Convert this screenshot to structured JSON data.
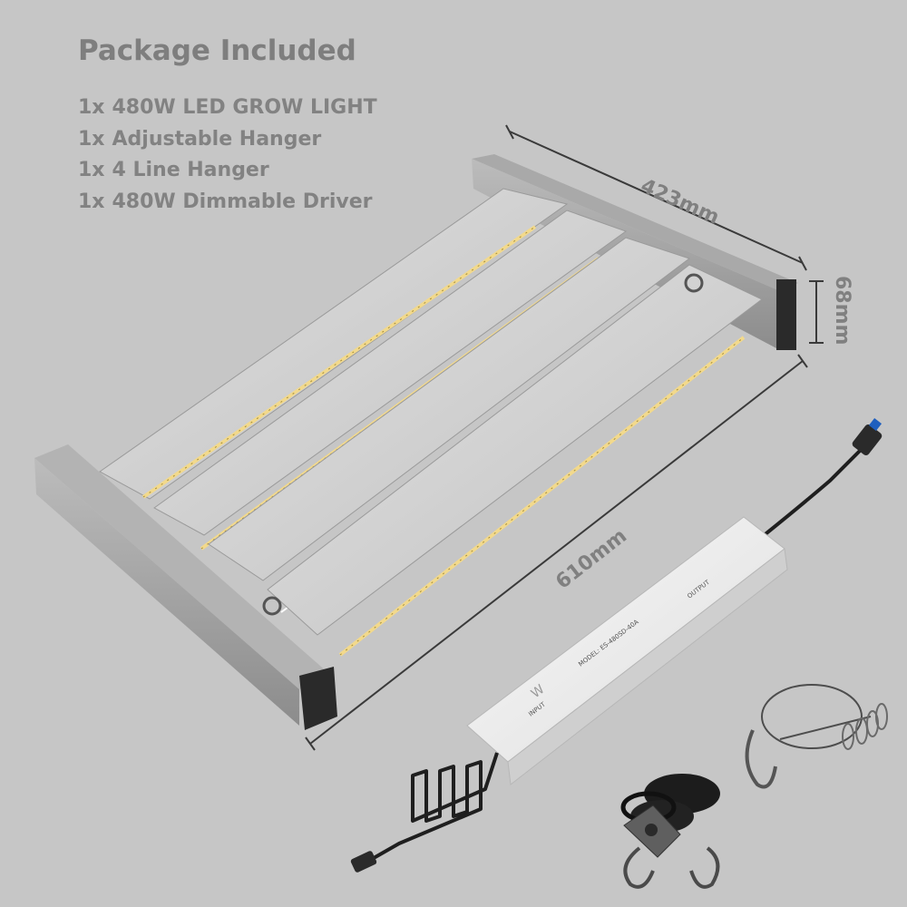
{
  "heading": "Package Included",
  "items": [
    {
      "qty": "1x",
      "text": "480W  LED GROW LIGHT"
    },
    {
      "qty": "1x",
      "text": "Adjustable Hanger"
    },
    {
      "qty": "1x",
      "text": "4 Line Hanger"
    },
    {
      "qty": "1x",
      "text": "480W Dimmable Driver"
    }
  ],
  "dimensions": {
    "width": "423mm",
    "height": "68mm",
    "length": "610mm"
  },
  "driver_label": {
    "model": "MODEL: ES-480SD-40A",
    "input": "INPUT",
    "output": "OUTPUT"
  },
  "colors": {
    "background": "#c6c6c6",
    "text": "#808080",
    "led_strip": "#f2d98c",
    "aluminum": "#a9a9a9"
  }
}
